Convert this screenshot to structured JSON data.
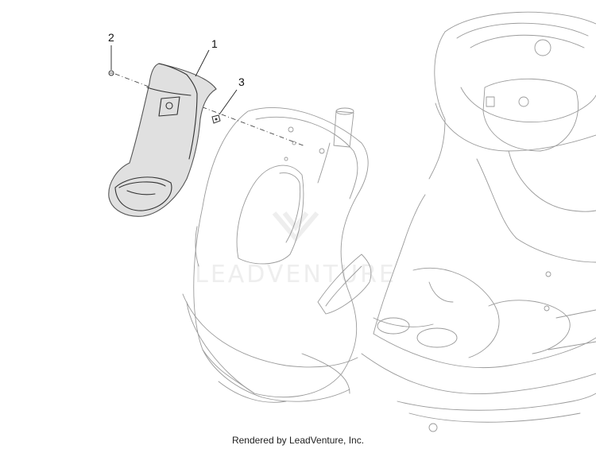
{
  "callouts": [
    {
      "id": "1",
      "label": "1"
    },
    {
      "id": "2",
      "label": "2"
    },
    {
      "id": "3",
      "label": "3"
    }
  ],
  "watermark": "LEADVENTURE",
  "footer": "Rendered by LeadVenture, Inc."
}
